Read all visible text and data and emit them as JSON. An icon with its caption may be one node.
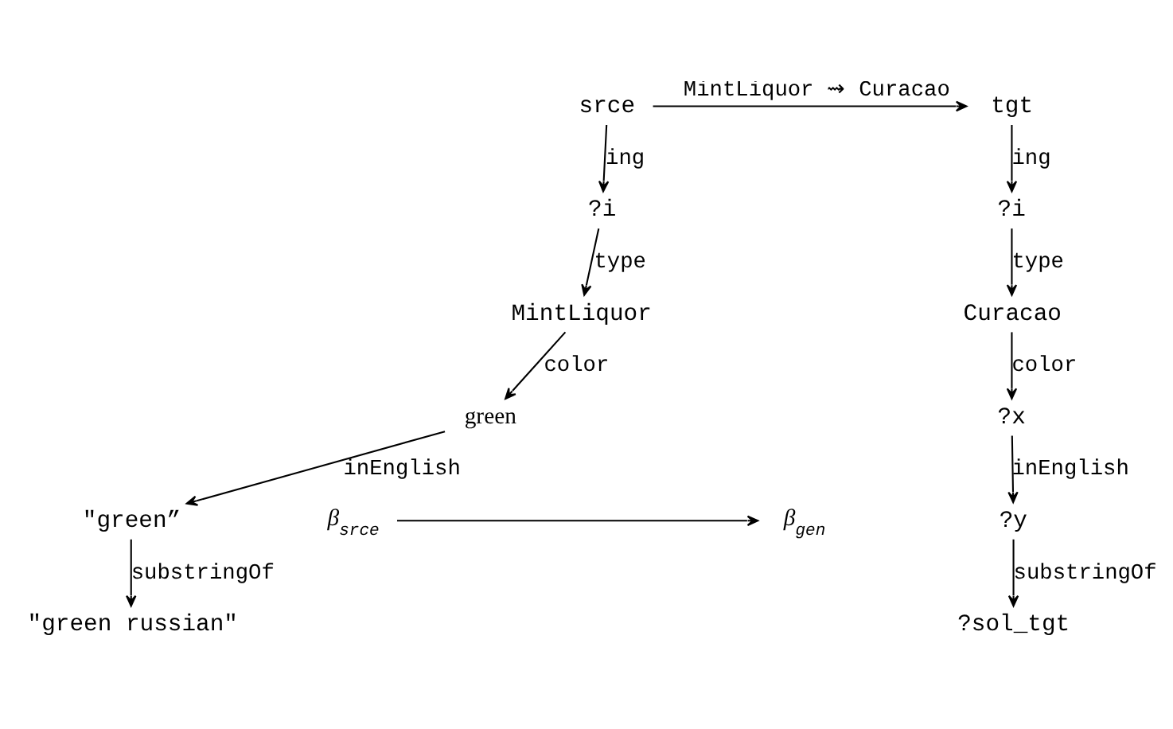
{
  "diagram": {
    "nodes": [
      {
        "text": [
          "srce"
        ]
      },
      {
        "text": [
          "tgt"
        ]
      },
      {
        "text": [
          "?i"
        ]
      },
      {
        "text": [
          "MintLiquor"
        ]
      },
      {
        "text": [
          "green"
        ]
      },
      {
        "text": [
          "\"green”"
        ]
      },
      {
        "text": [
          "\"green russian\""
        ]
      },
      {
        "text": [
          "?i"
        ]
      },
      {
        "text": [
          "Curacao"
        ]
      },
      {
        "text": [
          "?x"
        ]
      },
      {
        "text": [
          "?y"
        ]
      },
      {
        "text": [
          "?sol_tgt"
        ]
      },
      {
        "text": [
          "β$_{srce}$"
        ]
      },
      {
        "text": [
          "β$_{gen}$"
        ]
      }
    ],
    "edges": [
      {
        "from": 0,
        "to": 1,
        "arrow": "to",
        "label": "MintLiquor ⇝ Curacao"
      },
      {
        "from": 0,
        "to": 2,
        "arrow": "to",
        "label": "ing"
      },
      {
        "from": 2,
        "to": 3,
        "arrow": "to",
        "label": "type"
      },
      {
        "from": 3,
        "to": 4,
        "arrow": "to",
        "label": "color"
      },
      {
        "from": 4,
        "to": 5,
        "arrow": "to",
        "label": "inEnglish"
      },
      {
        "from": 5,
        "to": 6,
        "arrow": "to",
        "label": "substringOf"
      },
      {
        "from": 1,
        "to": 7,
        "arrow": "to",
        "label": "ing"
      },
      {
        "from": 7,
        "to": 8,
        "arrow": "to",
        "label": "type"
      },
      {
        "from": 8,
        "to": 9,
        "arrow": "to",
        "label": "color"
      },
      {
        "from": 9,
        "to": 10,
        "arrow": "to",
        "label": "inEnglish"
      },
      {
        "from": 10,
        "to": 11,
        "arrow": "to",
        "label": "substringOf"
      },
      {
        "from": 12,
        "to": 13,
        "arrow": "to"
      }
    ]
  }
}
